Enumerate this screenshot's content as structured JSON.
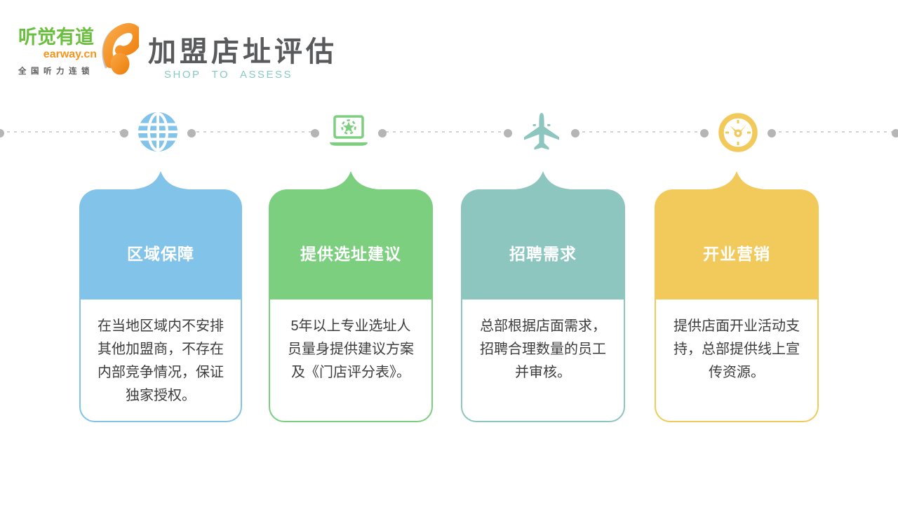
{
  "slide": {
    "logo": {
      "brand_name": "听觉有道",
      "brand_domain": "earway.cn",
      "brand_tagline": "全国听力连锁"
    },
    "title": "加盟店址评估",
    "subtitle": "SHOP TO ASSESS"
  },
  "colors": {
    "blue": "#81C3E9",
    "green": "#7BCF7F",
    "teal": "#8DC6BF",
    "yellow": "#F2CA5C",
    "logo_green": "#6ABF3F",
    "logo_orange": "#F7941E",
    "title_gray": "#595A5C",
    "subtitle_teal": "#87C9C4",
    "timeline_gray": "#B5B5B5"
  },
  "steps": [
    {
      "icon": "globe-icon",
      "color": "#81C3E9",
      "title": "区域保障",
      "body_lines": [
        "在当地区域内不安排",
        "其他加盟商，不存在",
        "内部竞争情况，保证",
        "独家授权。"
      ]
    },
    {
      "icon": "laptop-star-icon",
      "color": "#7BCF7F",
      "title": "提供选址建议",
      "body_lines": [
        "5年以上专业选址人",
        "员量身提供建议方案",
        "及《门店评分表》。"
      ]
    },
    {
      "icon": "airplane-icon",
      "color": "#8DC6BF",
      "title": "招聘需求",
      "body_lines": [
        "总部根据店面需求，",
        "招聘合理数量的员工",
        "并审核。"
      ]
    },
    {
      "icon": "clock-icon",
      "color": "#F2CA5C",
      "title": "开业营销",
      "body_lines": [
        "提供店面开业活动支",
        "持，总部提供线上宣",
        "传资源。"
      ]
    }
  ]
}
